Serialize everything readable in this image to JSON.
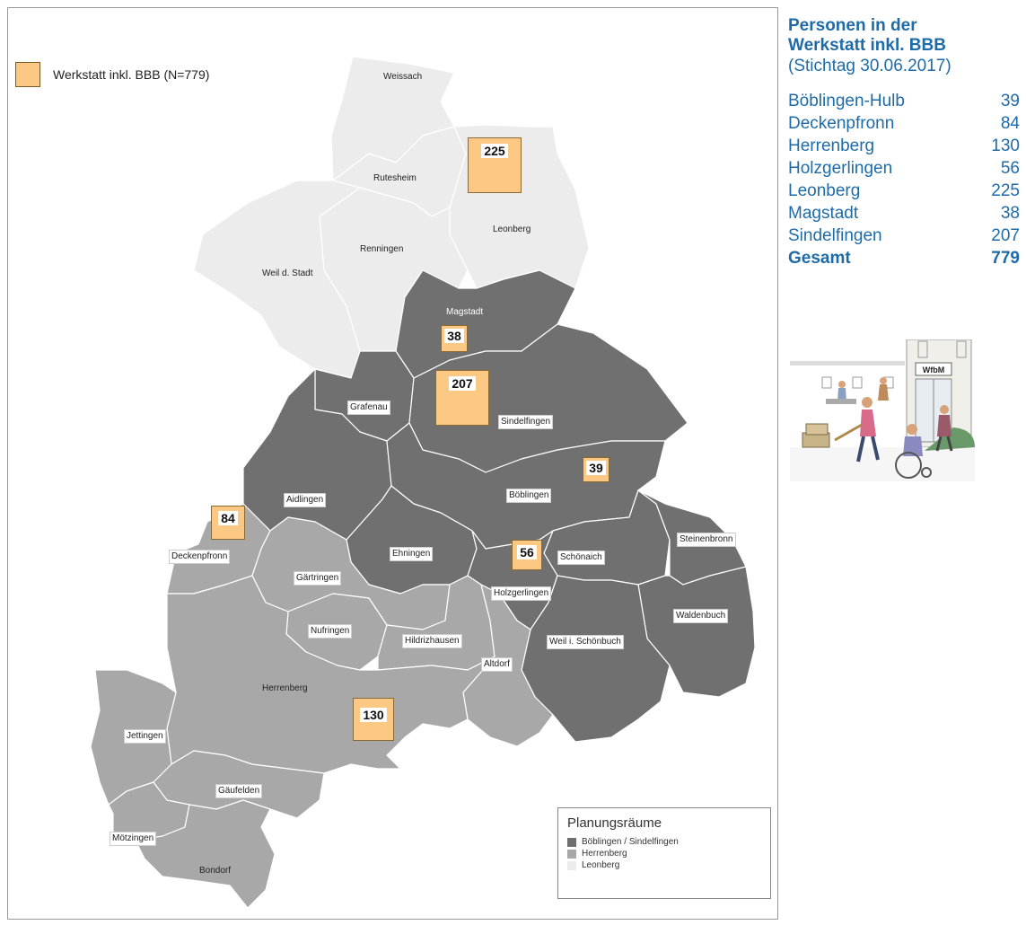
{
  "legend_top": {
    "label": "Werkstatt inkl. BBB (N=779)",
    "color": "#fbc983"
  },
  "colors": {
    "boeblingen_sindelfingen": "#707070",
    "herrenberg": "#a8a8a8",
    "leonberg": "#ececec",
    "count_box": "#fbc983",
    "accent_text": "#1e6ba8"
  },
  "districts": {
    "weissach": "Weissach",
    "rutesheim": "Rutesheim",
    "leonberg": "Leonberg",
    "renningen": "Renningen",
    "weil_stadt": "Weil d. Stadt",
    "magstadt": "Magstadt",
    "grafenau": "Grafenau",
    "sindelfingen": "Sindelfingen",
    "aidlingen": "Aidlingen",
    "boeblingen": "Böblingen",
    "deckenpfronn": "Deckenpfronn",
    "ehningen": "Ehningen",
    "schoenaich": "Schönaich",
    "steinenbronn": "Steinenbronn",
    "gaertringen": "Gärtringen",
    "holzgerlingen": "Holzgerlingen",
    "waldenbuch": "Waldenbuch",
    "nufringen": "Nufringen",
    "hildrizhausen": "Hildrizhausen",
    "weil_schoenbuch": "Weil i. Schönbuch",
    "altdorf": "Altdorf",
    "herrenberg": "Herrenberg",
    "jettingen": "Jettingen",
    "gaeufelden": "Gäufelden",
    "moetzingen": "Mötzingen",
    "bondorf": "Bondorf"
  },
  "counts": {
    "leonberg": "225",
    "magstadt": "38",
    "sindelfingen": "207",
    "boeblingen": "39",
    "deckenpfronn": "84",
    "holzgerlingen": "56",
    "herrenberg": "130"
  },
  "plan_legend": {
    "title": "Planungsräume",
    "items": [
      {
        "label": "Böblingen / Sindelfingen",
        "color": "#707070"
      },
      {
        "label": "Herrenberg",
        "color": "#a8a8a8"
      },
      {
        "label": "Leonberg",
        "color": "#ececec"
      }
    ]
  },
  "side": {
    "title_line1": "Personen in der",
    "title_line2": "Werkstatt inkl. BBB",
    "subtitle": "(Stichtag 30.06.2017)",
    "rows": [
      {
        "name": "Böblingen-Hulb",
        "value": "39"
      },
      {
        "name": "Deckenpfronn",
        "value": "84"
      },
      {
        "name": "Herrenberg",
        "value": "130"
      },
      {
        "name": "Holzgerlingen",
        "value": "56"
      },
      {
        "name": "Leonberg",
        "value": "225"
      },
      {
        "name": "Magstadt",
        "value": "38"
      },
      {
        "name": "Sindelfingen",
        "value": "207"
      }
    ],
    "total": {
      "name": "Gesamt",
      "value": "779"
    },
    "illustration_sign": "WfbM"
  }
}
